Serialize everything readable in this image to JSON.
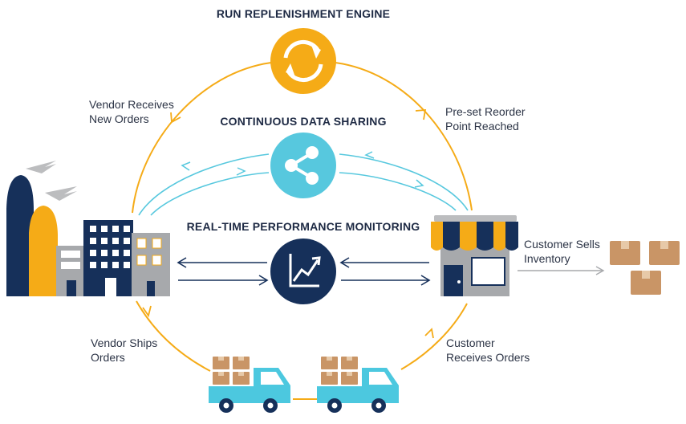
{
  "headings": {
    "engine": "RUN REPLENISHMENT ENGINE",
    "sharing": "CONTINUOUS DATA SHARING",
    "monitoring": "REAL-TIME PERFORMANCE MONITORING"
  },
  "labels": {
    "vendor_receives": [
      "Vendor Receives",
      "New Orders"
    ],
    "reorder_point": [
      "Pre-set Reorder",
      "Point Reached"
    ],
    "customer_sells": [
      "Customer Sells",
      "Inventory"
    ],
    "vendor_ships": [
      "Vendor Ships",
      "Orders"
    ],
    "customer_receives": [
      "Customer",
      "Receives Orders"
    ]
  },
  "icons": {
    "engine": "refresh-icon",
    "sharing": "share-icon",
    "monitoring": "trend-chart-icon",
    "vendor": "factory-icon",
    "customer": "storefront-icon",
    "trucks": "delivery-truck-icon",
    "inventory": "box-icon"
  },
  "colors": {
    "orange": "#f5ab17",
    "teal": "#57c8de",
    "navy": "#16305a",
    "text": "#2c3446",
    "gray": "#a7a9ac",
    "box": "#c99566",
    "truck": "#4cc8df"
  }
}
